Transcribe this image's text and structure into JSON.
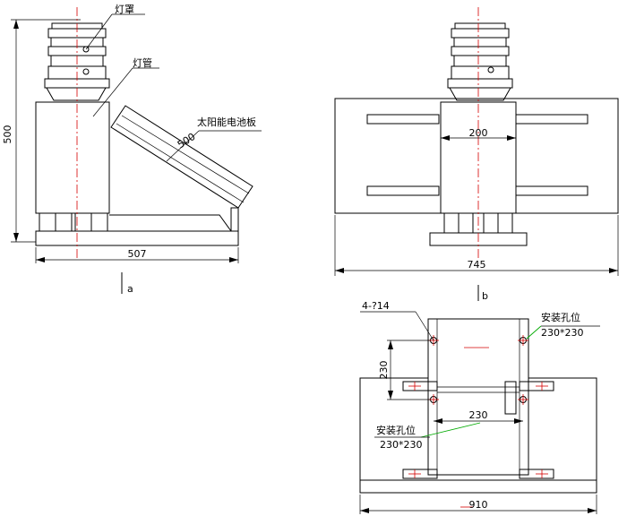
{
  "labels": {
    "lamp_head": "灯罩",
    "lamp_pole": "灯管",
    "solar_panel": "太阳能电池板",
    "view_a": "a",
    "view_b": "b",
    "hole_spec": "4-?14",
    "mount_hole_top": "安装孔位",
    "mount_hole_top_size": "230*230",
    "mount_hole_bottom": "安装孔位",
    "mount_hole_bottom_size": "230*230"
  },
  "dimensions": {
    "front_height": "500",
    "front_base_width": "507",
    "panel_length": "500",
    "side_column_width": "200",
    "side_panel_width": "745",
    "plan_hole_vertical": "230",
    "plan_hole_horizontal": "230",
    "plan_base_width": "910"
  },
  "colors": {
    "line": "#000000",
    "centerline": "#d40000",
    "leader": "#00aa00"
  }
}
